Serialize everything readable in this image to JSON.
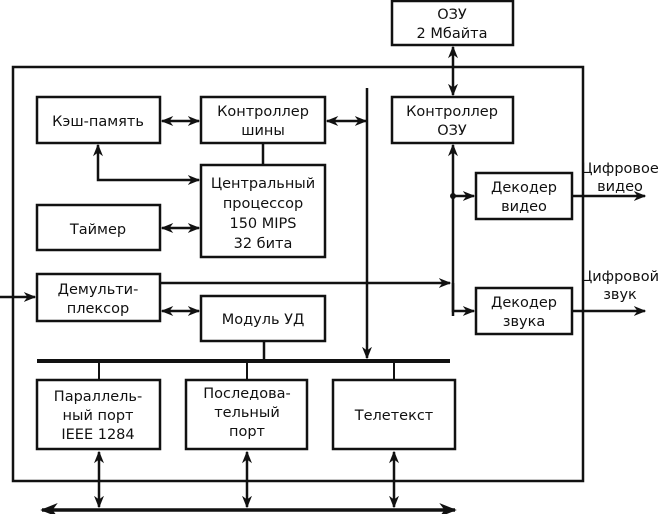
{
  "diagram": {
    "title": "",
    "blocks": {
      "ram": {
        "lines": [
          "ОЗУ",
          "2 Мбайта"
        ]
      },
      "cache": {
        "lines": [
          "Кэш-память"
        ]
      },
      "bus_controller": {
        "lines": [
          "Контроллер",
          "шины"
        ]
      },
      "cpu": {
        "lines": [
          "Центральный",
          "процессор",
          "150 MIPS",
          "32 бита"
        ]
      },
      "timer": {
        "lines": [
          "Таймер"
        ]
      },
      "demux": {
        "lines": [
          "Демульти-",
          "плексор"
        ]
      },
      "remote_module": {
        "lines": [
          "Модуль УД"
        ]
      },
      "ram_controller": {
        "lines": [
          "Контроллер",
          "ОЗУ"
        ]
      },
      "video_decoder": {
        "lines": [
          "Декодер",
          "видео"
        ]
      },
      "audio_decoder": {
        "lines": [
          "Декодер",
          "звука"
        ]
      },
      "parallel_port": {
        "lines": [
          "Параллель-",
          "ный порт",
          "IEEE 1284"
        ]
      },
      "serial_port": {
        "lines": [
          "Последова-",
          "тельный",
          "порт"
        ]
      },
      "teletext": {
        "lines": [
          "Телетекст"
        ]
      }
    },
    "outputs": {
      "video": {
        "lines": [
          "Цифровое",
          "видео"
        ]
      },
      "audio": {
        "lines": [
          "Цифровой",
          "звук"
        ]
      }
    },
    "connections": [
      {
        "from": "cache",
        "to": "bus_controller",
        "type": "bidirectional"
      },
      {
        "from": "cache",
        "to": "cpu",
        "type": "bidirectional"
      },
      {
        "from": "bus_controller",
        "to": "cpu",
        "type": "line"
      },
      {
        "from": "bus_controller",
        "to": "system_bus",
        "type": "bidirectional"
      },
      {
        "from": "timer",
        "to": "cpu",
        "type": "bidirectional"
      },
      {
        "from": "ram",
        "to": "ram_controller",
        "type": "bidirectional"
      },
      {
        "from": "demux",
        "to": "remote_module",
        "type": "bidirectional"
      },
      {
        "from": "demux",
        "to": "decoders",
        "type": "directed"
      },
      {
        "from": "decoder_bus",
        "to": "ram_controller",
        "type": "directed"
      },
      {
        "from": "decoder_bus",
        "to": "video_decoder",
        "type": "directed"
      },
      {
        "from": "decoder_bus",
        "to": "audio_decoder",
        "type": "directed"
      },
      {
        "from": "video_decoder",
        "to": "video_out",
        "type": "directed"
      },
      {
        "from": "audio_decoder",
        "to": "audio_out",
        "type": "directed"
      },
      {
        "from": "input",
        "to": "demux",
        "type": "directed"
      },
      {
        "from": "system_bus",
        "to": "peripheral_bus",
        "type": "directed"
      },
      {
        "from": "remote_module",
        "to": "peripheral_bus",
        "type": "line"
      },
      {
        "from": "peripheral_bus",
        "to": "parallel_port",
        "type": "line"
      },
      {
        "from": "peripheral_bus",
        "to": "serial_port",
        "type": "line"
      },
      {
        "from": "peripheral_bus",
        "to": "teletext",
        "type": "line"
      },
      {
        "from": "parallel_port",
        "to": "external_bus",
        "type": "bidirectional"
      },
      {
        "from": "serial_port",
        "to": "external_bus",
        "type": "bidirectional"
      },
      {
        "from": "teletext",
        "to": "external_bus",
        "type": "bidirectional"
      }
    ]
  }
}
